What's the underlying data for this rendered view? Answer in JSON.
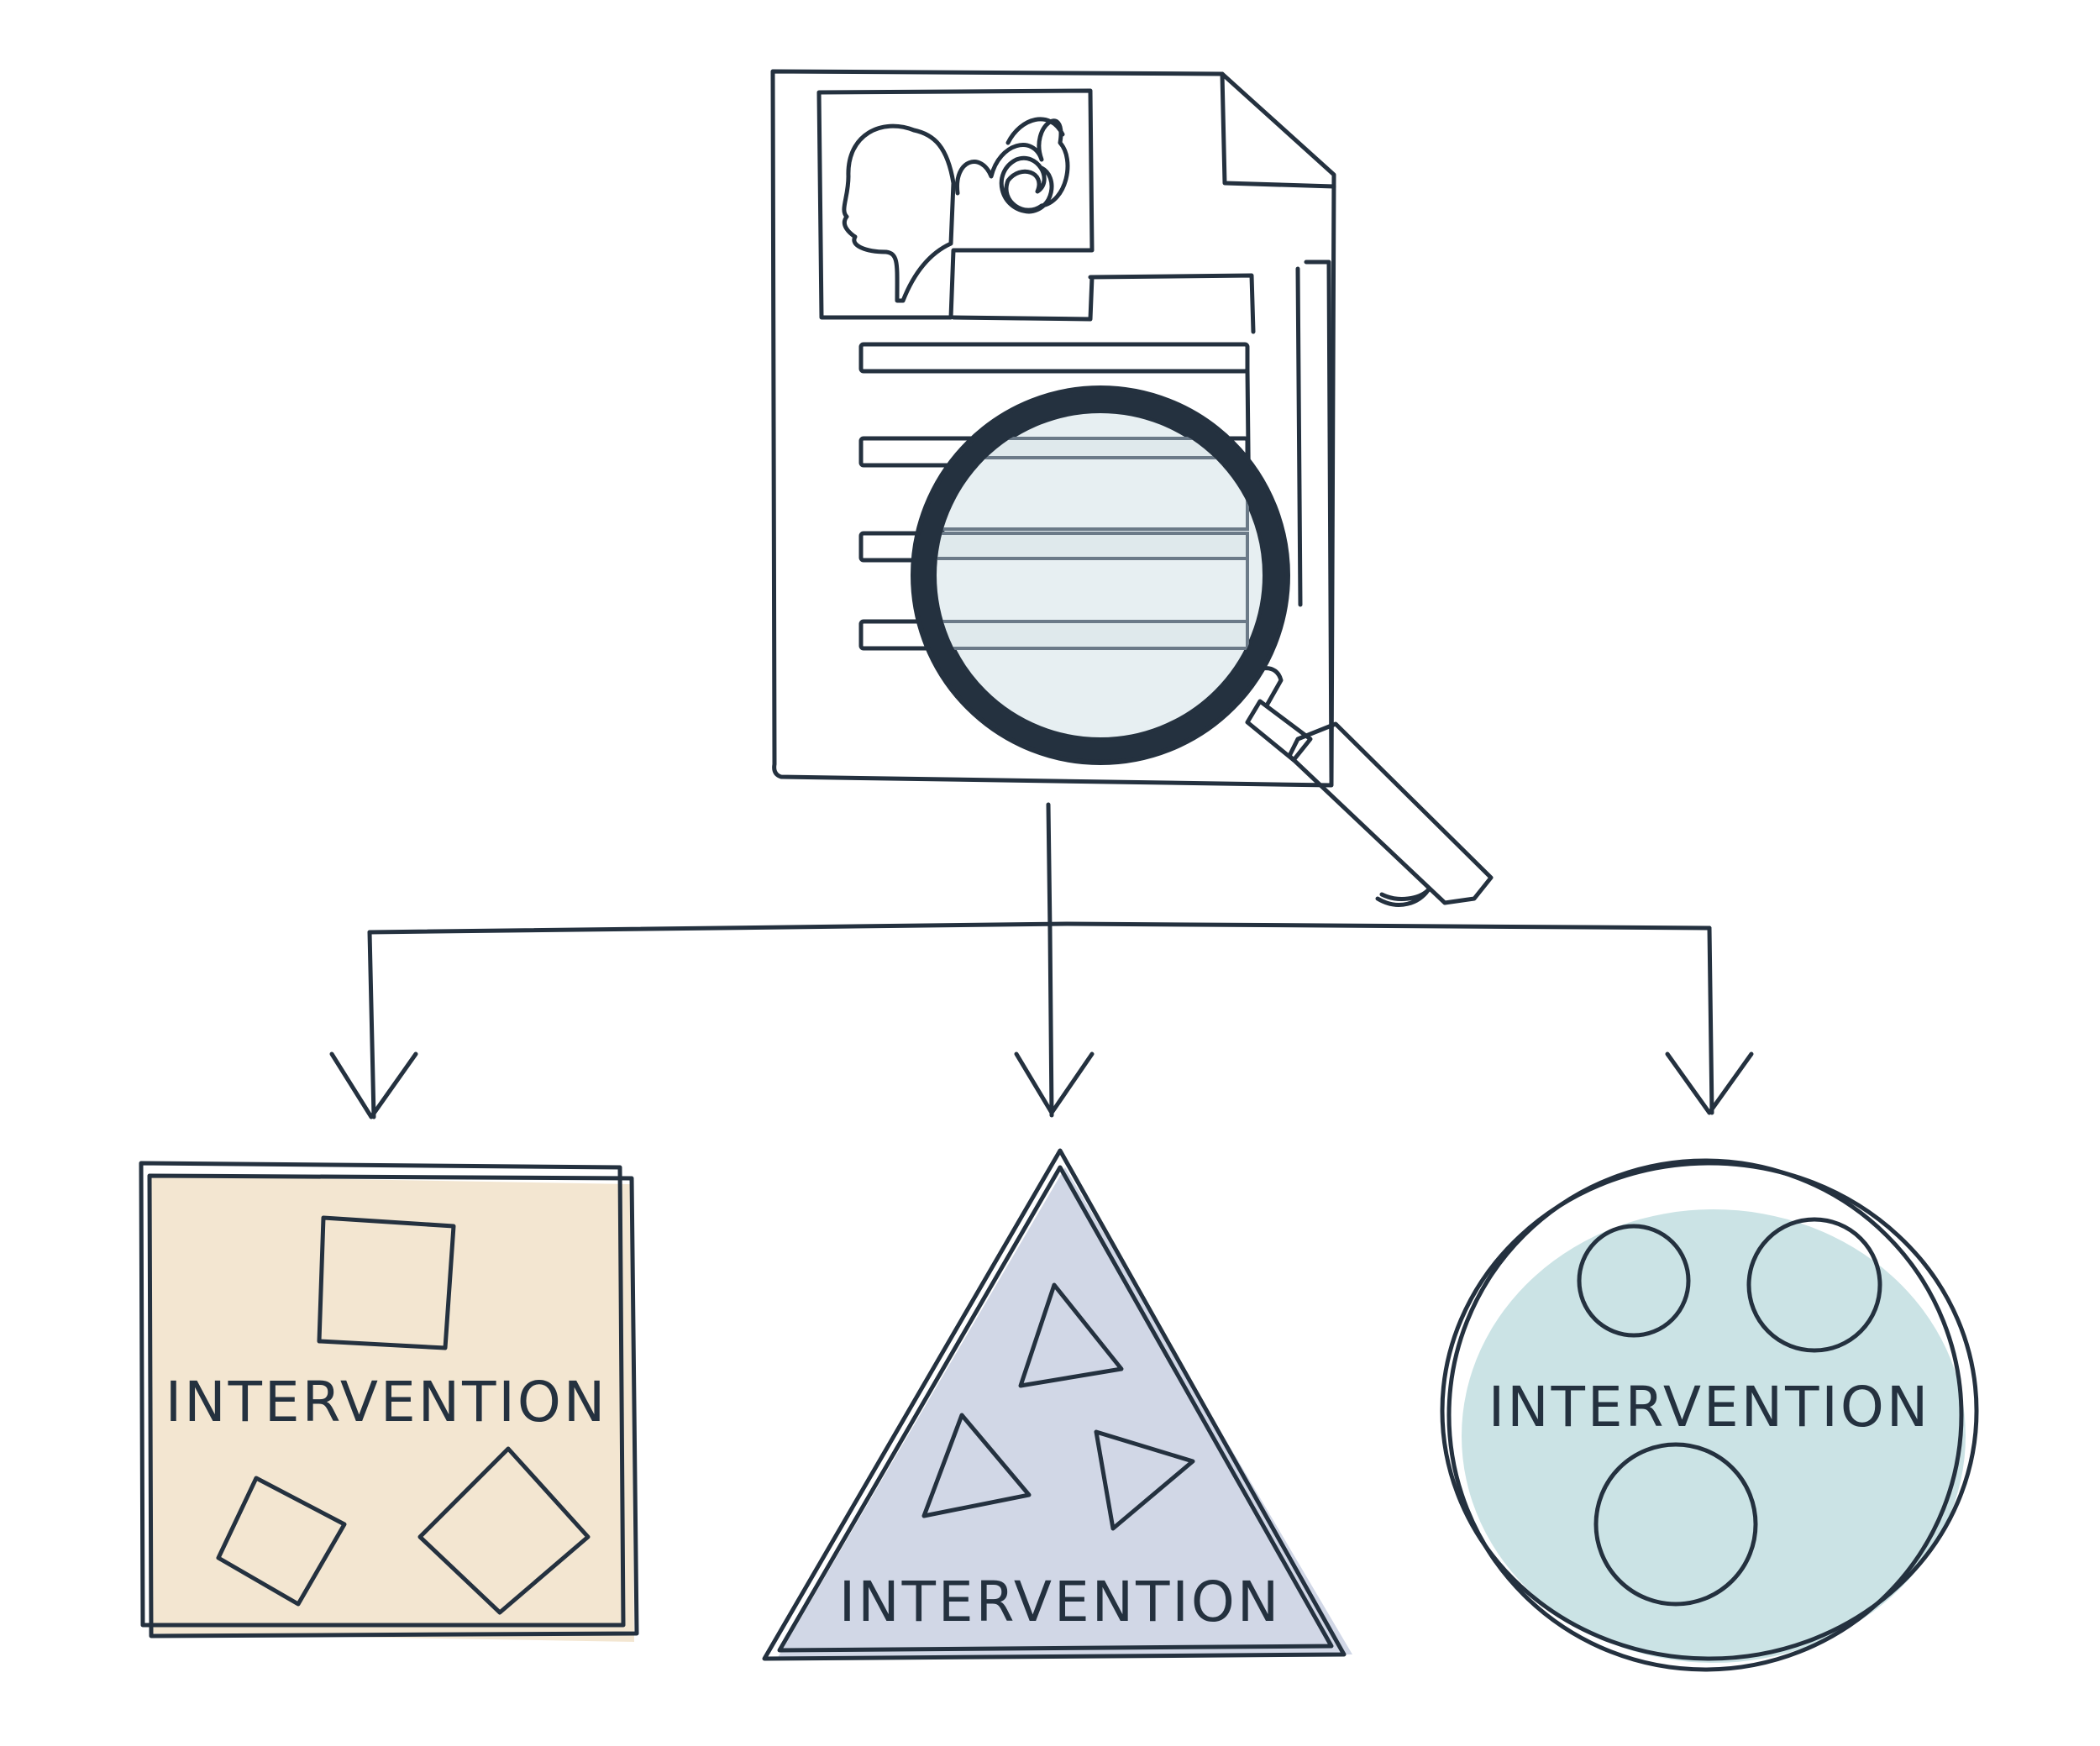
{
  "nodes": {
    "square": {
      "label": "INTERVENTION"
    },
    "triangle": {
      "label": "INTERVENTION"
    },
    "circle": {
      "label": "INTERVENTION"
    }
  },
  "colors": {
    "ink": "#24313f",
    "document": "#d6e8ec",
    "photo_box": "#d7d9dc",
    "head": "#e0c38b",
    "square_fill": "#f1e1c3",
    "square_light": "#f6efe2",
    "square_tan": "#e2c78d",
    "square_gold": "#d8b56b",
    "triangle_fill": "#b3bcd6",
    "triangle_mid": "#6a79ad",
    "triangle_dark": "#44559a",
    "triangle_light": "#dadfea",
    "circle_fill": "#abd3d6",
    "circle_dark": "#2f8d93",
    "circle_mid": "#5aa5ab",
    "circle_light": "#d4e6ea",
    "magnifier_handle": "#515c66"
  },
  "icons": [
    "document-icon",
    "portrait-icon",
    "scribble-icon",
    "magnifying-glass-icon",
    "arrow-down-icon",
    "square-icon",
    "triangle-icon",
    "circle-icon"
  ]
}
